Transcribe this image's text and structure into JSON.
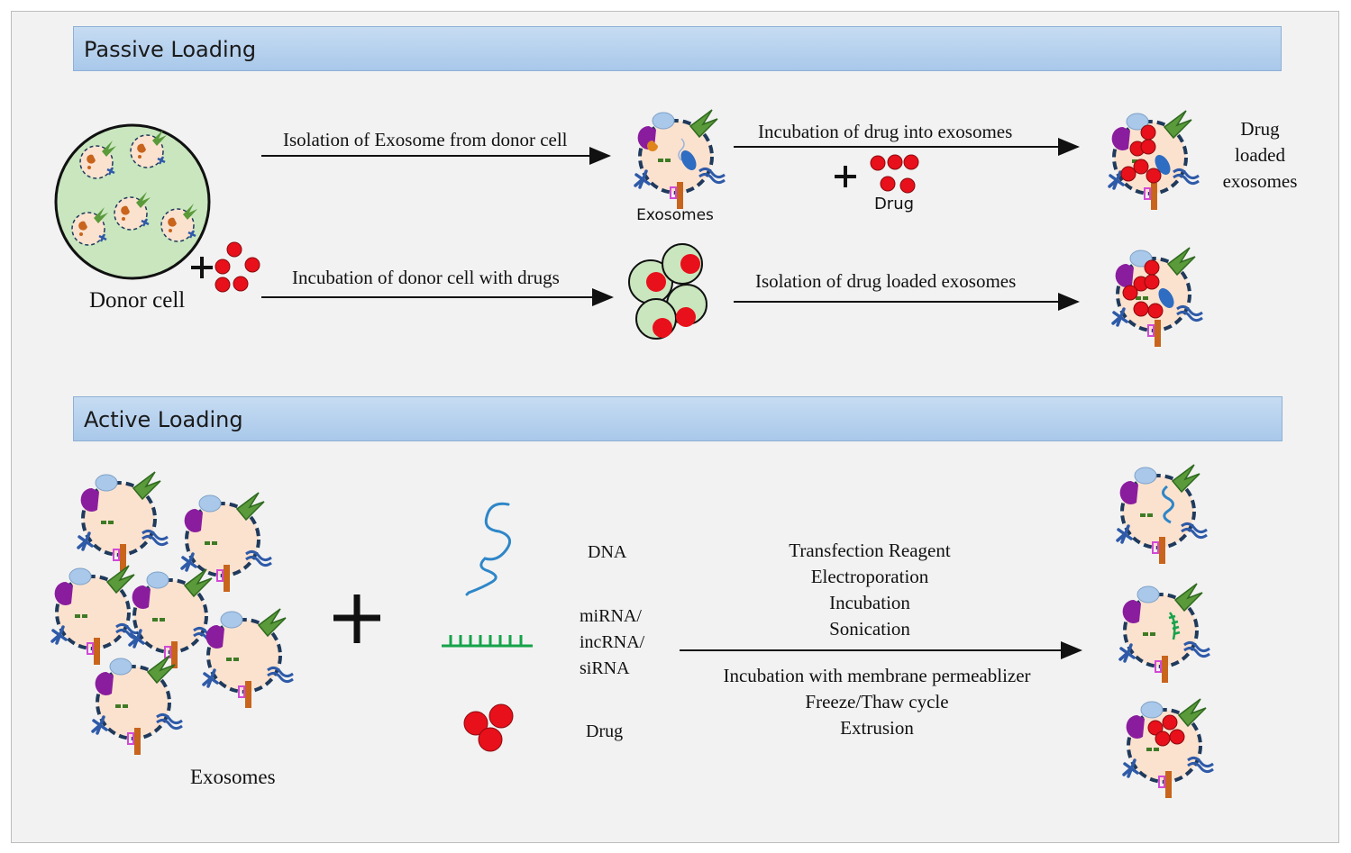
{
  "sections": {
    "passive": "Passive Loading",
    "active": "Active Loading"
  },
  "passive": {
    "donor_cell": "Donor cell",
    "step_isolation": "Isolation of Exosome from donor cell",
    "exosomes": "Exosomes",
    "step_incubation_drug": "Incubation of drug into exosomes",
    "drug": "Drug",
    "result_line1": "Drug",
    "result_line2": "loaded",
    "result_line3": "exosomes",
    "step_incubation_donor": "Incubation of donor cell with drugs",
    "step_isolation_loaded": "Isolation of drug loaded exosomes"
  },
  "active": {
    "exosomes": "Exosomes",
    "dna": "DNA",
    "rna_line1": "miRNA/",
    "rna_line2": "incRNA/",
    "rna_line3": "siRNA",
    "drug": "Drug",
    "methods_above": [
      "Transfection Reagent",
      "Electroporation",
      "Incubation",
      "Sonication"
    ],
    "methods_below": [
      "Incubation with membrane permeablizer",
      "Freeze/Thaw cycle",
      "Extrusion"
    ]
  },
  "colors": {
    "band": "#b4cfee",
    "donor_fill": "#c9e6bf",
    "exosome_fill": "#fbe2cf",
    "membrane": "#1f3a5c",
    "drug_red": "#e8101a",
    "dna_blue": "#2e86c8",
    "rna_green": "#16a34a",
    "marker_purple": "#8a1d9e",
    "marker_green": "#5a9a3a",
    "marker_orange": "#c8641c",
    "marker_blue": "#2e5aa8"
  }
}
